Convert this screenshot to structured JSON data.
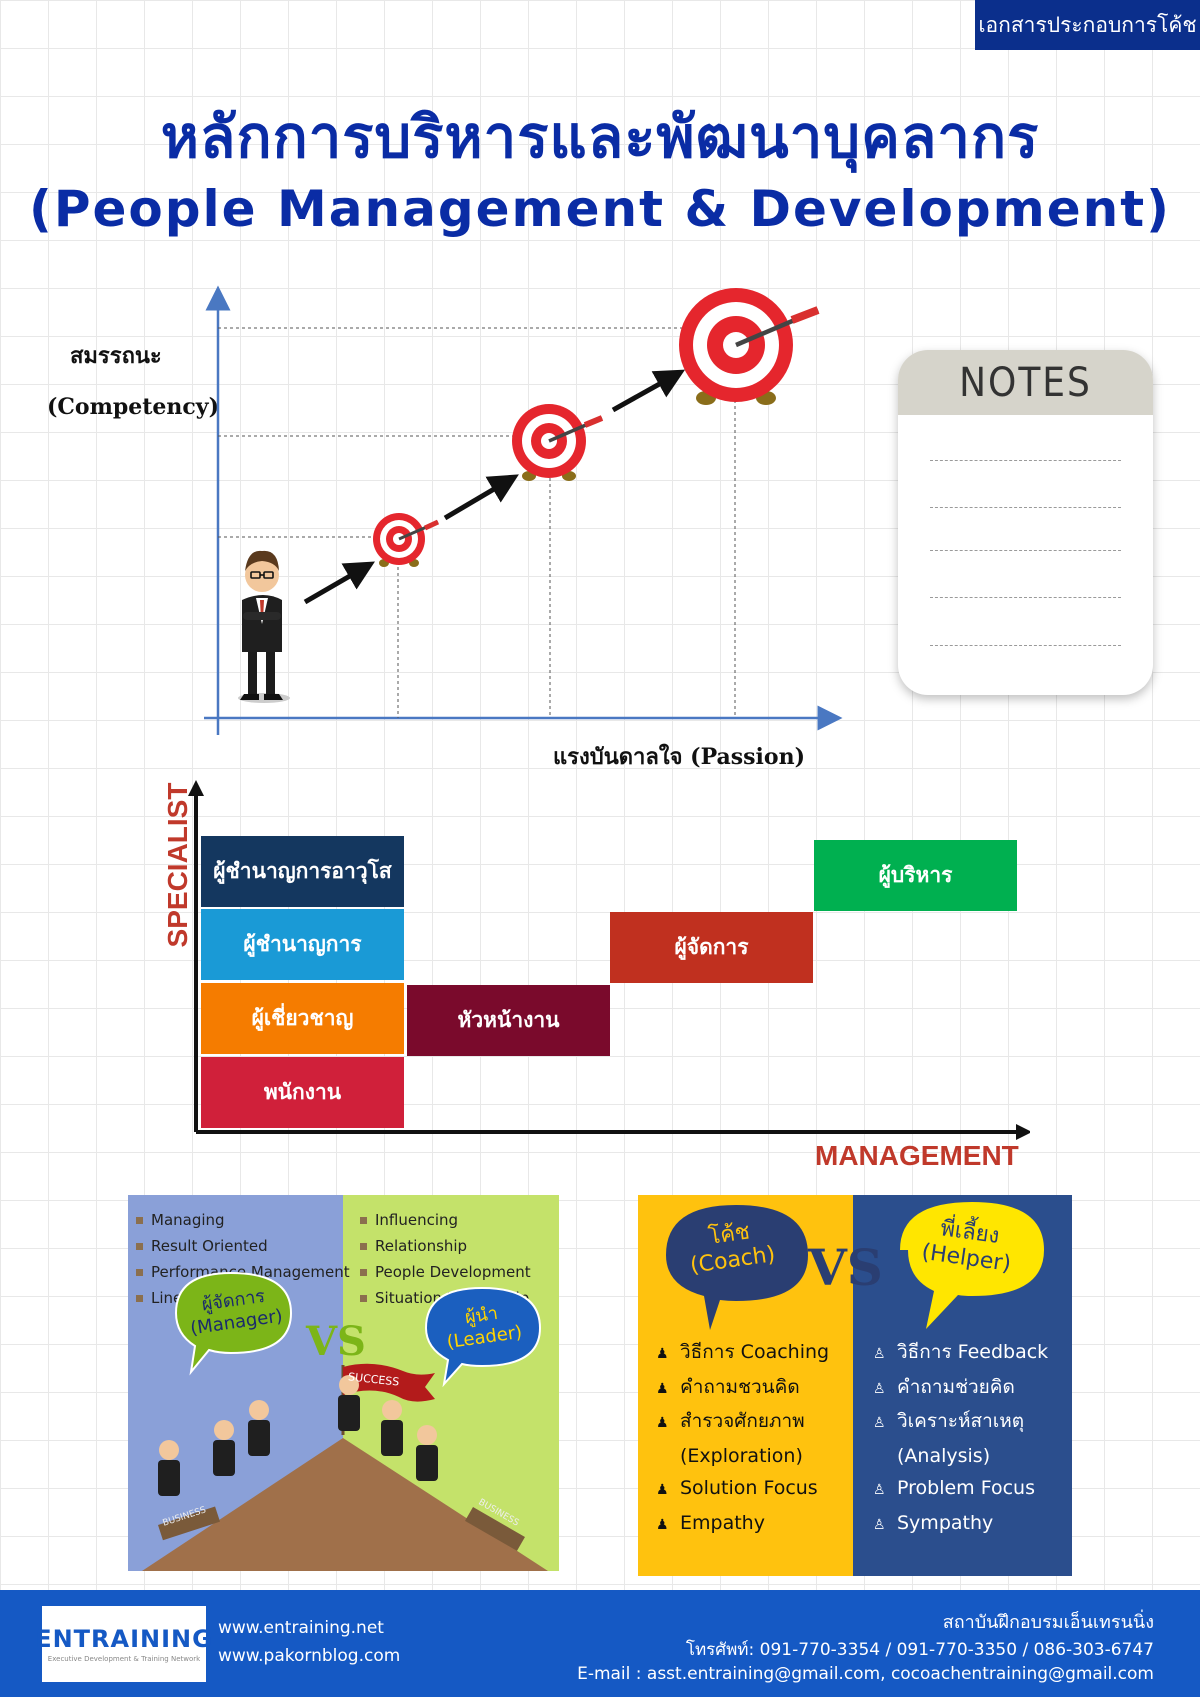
{
  "header": {
    "tag": "เอกสารประกอบการโค้ช",
    "title_th": "หลักการบริหารและพัฒนาบุคลากร",
    "title_en": "(People Management & Development)"
  },
  "growth_chart": {
    "y_label_th": "สมรรถนะ",
    "y_label_en": "(Competency)",
    "x_label": "แรงบันดาลใจ (Passion)"
  },
  "notes": {
    "title": "NOTES"
  },
  "ladder": {
    "y_axis": "SPECIALIST",
    "x_axis": "MANAGEMENT",
    "colors": {
      "senior_expert": "#14375f",
      "specialist": "#1a9ad6",
      "expert": "#f57c00",
      "staff": "#d0203a",
      "supervisor": "#7a0a2c",
      "manager": "#c0301f",
      "executive": "#00b050"
    },
    "boxes": {
      "senior_expert": "ผู้ชำนาญการอาวุโส",
      "specialist": "ผู้ชำนาญการ",
      "expert": "ผู้เชี่ยวชาญ",
      "staff": "พนักงาน",
      "supervisor": "หัวหน้างาน",
      "manager": "ผู้จัดการ",
      "executive": "ผู้บริหาร"
    }
  },
  "manager_vs_leader": {
    "manager_items": [
      "Managing",
      "Result Oriented",
      "Performance Management",
      "Line of Command"
    ],
    "leader_items": [
      "Influencing",
      "Relationship",
      "People Development",
      "Situation Leadership"
    ],
    "manager_bubble": [
      "ผู้จัดการ",
      "(Manager)"
    ],
    "leader_bubble": [
      "ผู้นำ",
      "(Leader)"
    ],
    "vs": "VS",
    "flag": "SUCCESS",
    "sign_left": "BUSINESS",
    "sign_right": "BUSINESS"
  },
  "coach_vs_helper": {
    "coach_bubble": [
      "โค้ช",
      "(Coach)"
    ],
    "helper_bubble": [
      "พี่เลี้ยง",
      "(Helper)"
    ],
    "vs": "VS",
    "coach_items": [
      "วิธีการ Coaching",
      "คำถามชวนคิด",
      "สำรวจศักยภาพ",
      "(Exploration)",
      "Solution Focus",
      "Empathy"
    ],
    "helper_items": [
      "วิธีการ Feedback",
      "คำถามช่วยคิด",
      "วิเคราะห์สาเหตุ",
      "(Analysis)",
      "Problem Focus",
      "Sympathy"
    ]
  },
  "footer": {
    "logo_text": "ENTRAINING",
    "logo_tagline": "Executive Development & Training Network",
    "web1": "www.entraining.net",
    "web2": "www.pakornblog.com",
    "org": "สถาบันฝึกอบรมเอ็นเทรนนิ่ง",
    "phone": "โทรศัพท์: 091-770-3354 / 091-770-3350 / 086-303-6747",
    "email": "E-mail :  asst.entraining@gmail.com,  cocoachentraining@gmail.com"
  }
}
